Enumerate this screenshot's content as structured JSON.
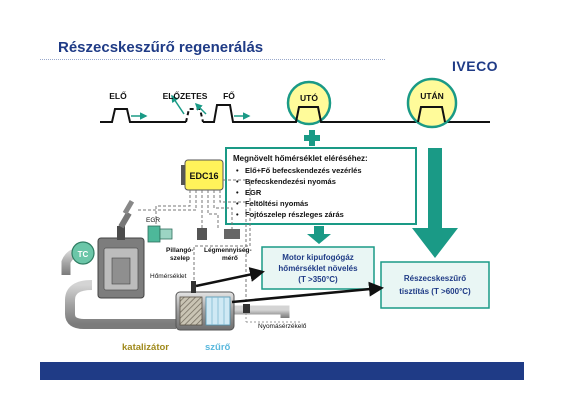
{
  "header": {
    "title": "Részecskeszűrő regenerálás",
    "logo": "IVECO"
  },
  "injection_timeline": {
    "labels": [
      "ELŐ",
      "ELŐZETES",
      "FŐ",
      "UTÓ",
      "UTÁN"
    ]
  },
  "ecu": {
    "label": "EDC16"
  },
  "conditions_box": {
    "heading": "Megnövelt hőmérséklet eléréséhez:",
    "items": [
      "Elő+Fő befecskendezés vezérlés",
      "Befecskendezési nyomás",
      "EGR",
      "Feltöltési nyomás",
      "Fojtószelep részleges zárás"
    ]
  },
  "exhaust_temp_box": {
    "lines": [
      "Motor kipufogógáz",
      "hőmérséklet növelés",
      "(T >350°C)"
    ]
  },
  "filter_clean_box": {
    "lines": [
      "Részecskeszűrő",
      "tisztítás (T >600°C)"
    ]
  },
  "engine_labels": {
    "egr": "EGR",
    "throttle_line1": "Pillangó-",
    "throttle_line2": "szelep",
    "airflow_line1": "Légmennyiség-",
    "airflow_line2": "mérő",
    "temperature": "Hőmérséklet",
    "pressure_sensor": "Nyomásérzékelő",
    "catalyst": "katalizátor",
    "filter": "szűrő",
    "turbo": "TC"
  },
  "colors": {
    "brand_blue": "#1f3b86",
    "teal": "#1a9a86",
    "highlight_yellow": "#fffb9a",
    "box_teal_bg": "#e9f6f4",
    "catalyst_text": "#a08a1c",
    "filter_text": "#59b8dd"
  }
}
